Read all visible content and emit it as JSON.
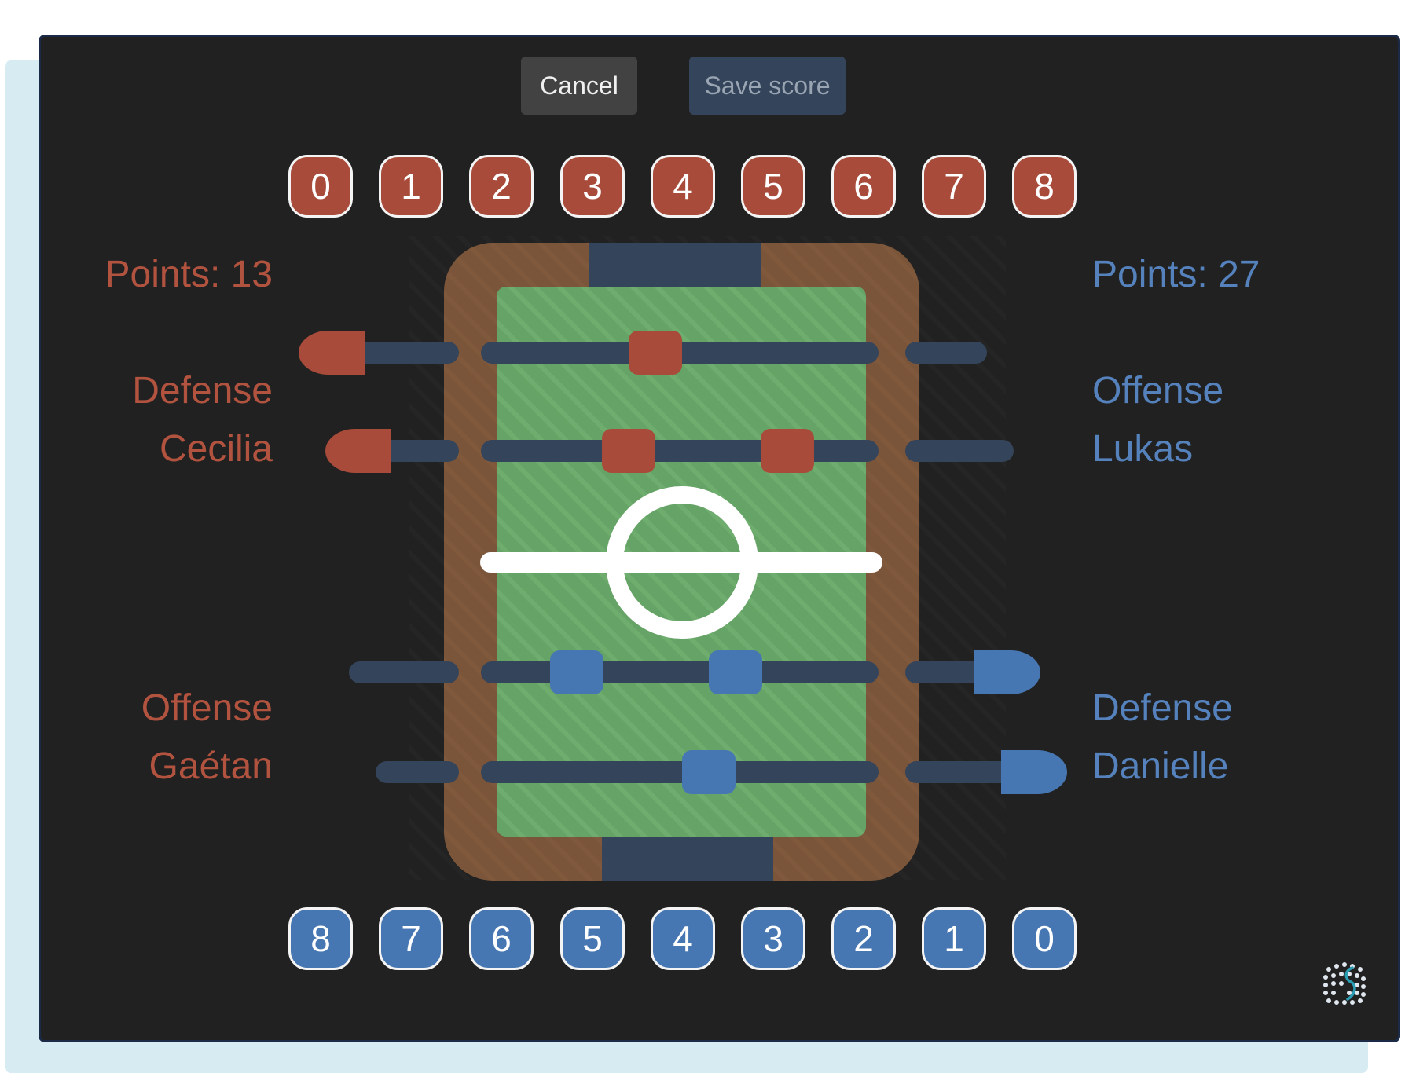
{
  "actions": {
    "cancel_label": "Cancel",
    "save_label": "Save score"
  },
  "top_scores": [
    "0",
    "1",
    "2",
    "3",
    "4",
    "5",
    "6",
    "7",
    "8"
  ],
  "bottom_scores": [
    "8",
    "7",
    "6",
    "5",
    "4",
    "3",
    "2",
    "1",
    "0"
  ],
  "red_team": {
    "points_label": "Points: 13",
    "player1_role": "Defense",
    "player1_name": "Cecilia",
    "player2_role": "Offense",
    "player2_name": "Gaétan",
    "color": "#b25340"
  },
  "blue_team": {
    "points_label": "Points: 27",
    "player1_role": "Offense",
    "player1_name": "Lukas",
    "player2_role": "Defense",
    "player2_name": "Danielle",
    "color": "#5582bc"
  },
  "colors": {
    "panel": "#212121",
    "table_wood": "#7a5539",
    "field": "#66a366",
    "rod": "#34445a",
    "red": "#a84b3a",
    "blue": "#4777b3"
  },
  "icons": {
    "table": "foosball-table-icon",
    "logo": "dotted-s-logo-icon"
  }
}
